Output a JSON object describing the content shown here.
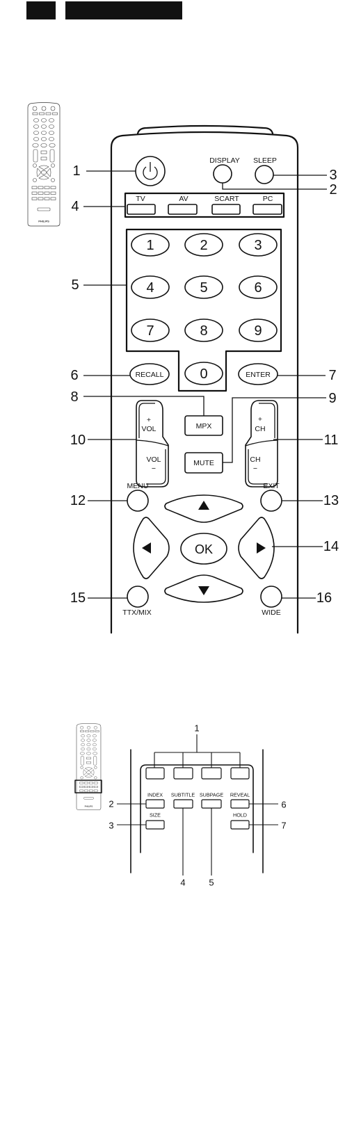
{
  "remote": {
    "display_label": "DISPLAY",
    "sleep_label": "SLEEP",
    "sources": [
      "TV",
      "AV",
      "SCART",
      "PC"
    ],
    "digits": [
      "1",
      "2",
      "3",
      "4",
      "5",
      "6",
      "7",
      "8",
      "9",
      "0"
    ],
    "recall_label": "RECALL",
    "enter_label": "ENTER",
    "mpx_label": "MPX",
    "mute_label": "MUTE",
    "vol": {
      "plus": "+",
      "label": "VOL",
      "minus": "−"
    },
    "ch": {
      "plus": "+",
      "label": "CH",
      "minus": "−"
    },
    "menu_label": "MENU",
    "exit_label": "EXIT",
    "ok_label": "OK",
    "ttx_label": "TTX/MIX",
    "wide_label": "WIDE"
  },
  "teletext": {
    "index_label": "INDEX",
    "subtitle_label": "SUBTITLE",
    "subpage_label": "SUBPAGE",
    "reveal_label": "REVEAL",
    "size_label": "SIZE",
    "hold_label": "HOLD"
  },
  "callouts": {
    "main": [
      "1",
      "2",
      "3",
      "4",
      "5",
      "6",
      "7",
      "8",
      "9",
      "10",
      "11",
      "12",
      "13",
      "14",
      "15",
      "16"
    ],
    "teletext": [
      "1",
      "2",
      "3",
      "4",
      "5",
      "6",
      "7"
    ]
  },
  "thumbnail": {
    "brand": "PHILIPS"
  },
  "icons": [
    "power-icon",
    "arrow-up-icon",
    "arrow-down-icon",
    "arrow-left-icon",
    "arrow-right-icon"
  ],
  "colors": {
    "ink": "#111111",
    "background": "#ffffff"
  }
}
